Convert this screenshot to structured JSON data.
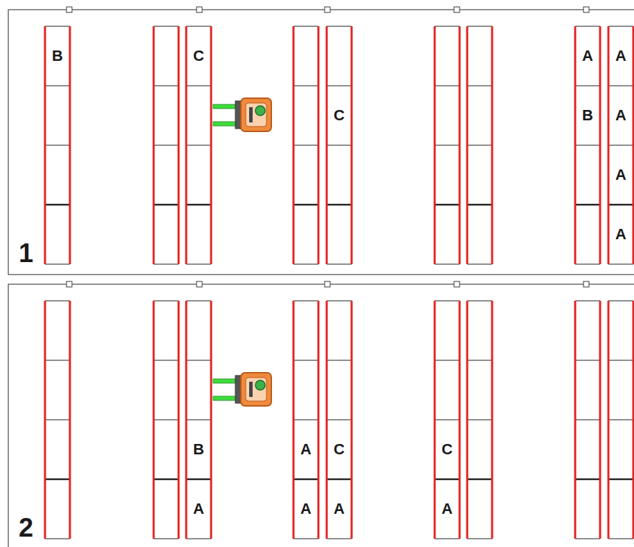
{
  "diagram": {
    "labels": [
      "B",
      "C",
      "A",
      "A",
      "C",
      "B",
      "A",
      "A",
      "A",
      "1",
      "B",
      "A",
      "C",
      "C",
      "A",
      "A",
      "A",
      "A",
      "2"
    ]
  }
}
